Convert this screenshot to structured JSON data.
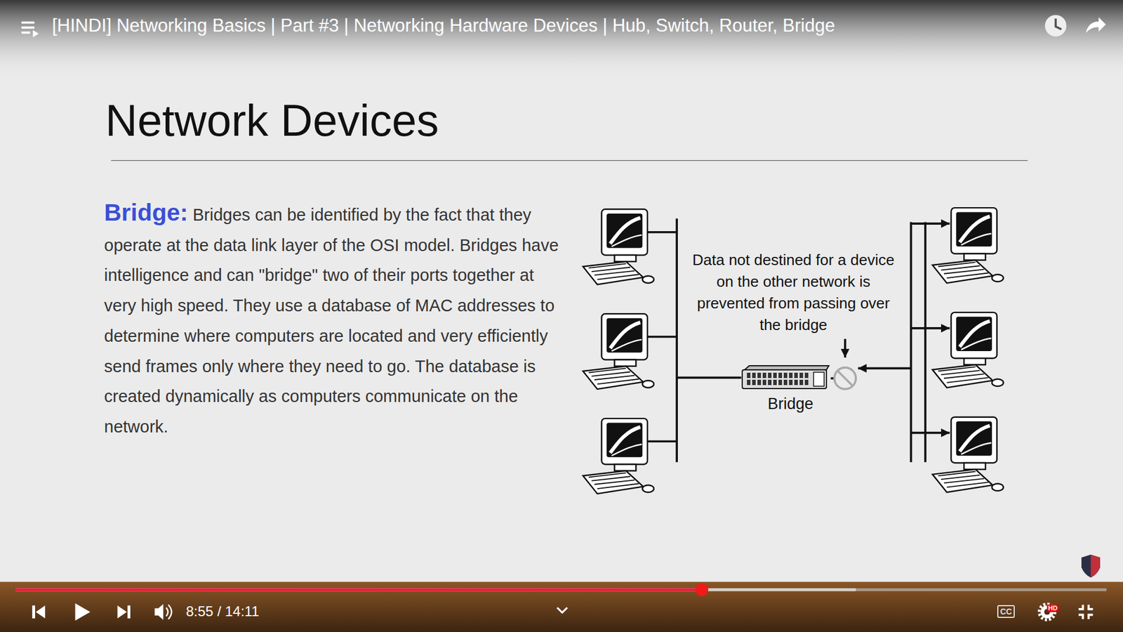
{
  "diagram": {
    "title": "Network Devices",
    "nodes": [
      {
        "text": [
          "Bridge"
        ]
      }
    ],
    "labels": [
      "[HINDI] Networking Basics | Part #3 | Networking Hardware Devices | Hub, Switch, Router, Bridge",
      "Bridge:",
      "Bridges can be identified by the fact that they operate at the data link layer of the OSI model. Bridges have intelligence and can \"bridge\" two of their ports together at very high speed. They use a database of MAC addresses to determine where computers are located and very efficiently send frames only where they need to go. The database is created dynamically as computers communicate on the network.",
      "Data not destined for a device on the other network is prevented from passing over the bridge",
      "8:55 / 14:11",
      "CC",
      "HD"
    ]
  }
}
